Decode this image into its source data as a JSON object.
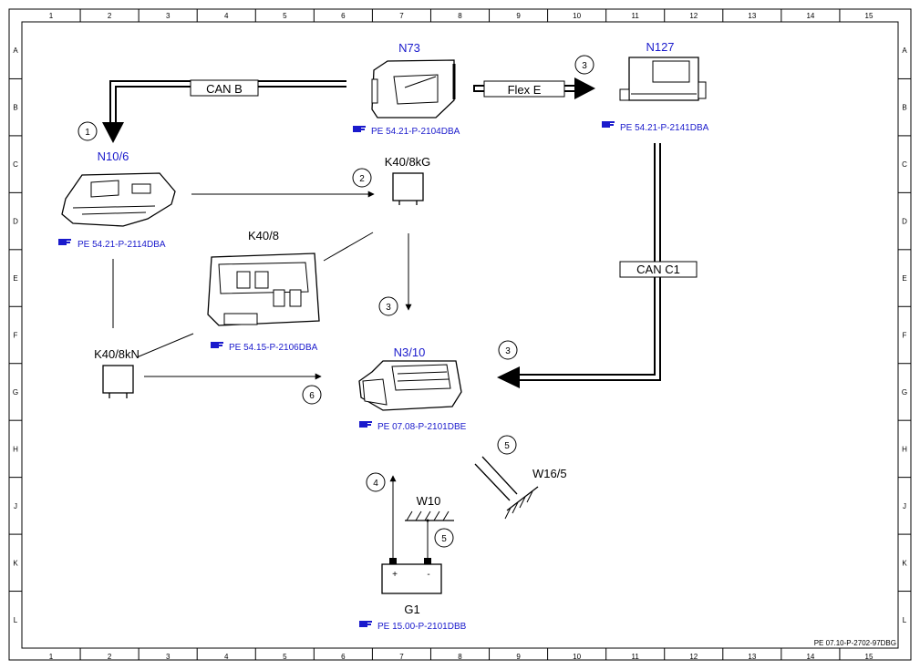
{
  "frame": {
    "columns": [
      "1",
      "2",
      "3",
      "4",
      "5",
      "6",
      "7",
      "8",
      "9",
      "10",
      "11",
      "12",
      "13",
      "14",
      "15"
    ],
    "rows": [
      "A",
      "B",
      "C",
      "D",
      "E",
      "F",
      "G",
      "H",
      "J",
      "K",
      "L"
    ],
    "doc_id": "PE 07.10-P-2702-97DBG"
  },
  "components": {
    "n73": {
      "label": "N73",
      "ref": "PE 54.21-P-2104DBA"
    },
    "n127": {
      "label": "N127",
      "ref": "PE 54.21-P-2141DBA"
    },
    "n10_6": {
      "label": "N10/6",
      "ref": "PE 54.21-P-2114DBA"
    },
    "k40_8kg": {
      "label": "K40/8kG"
    },
    "k40_8": {
      "label": "K40/8",
      "ref": "PE 54.15-P-2106DBA"
    },
    "k40_8kn": {
      "label": "K40/8kN"
    },
    "n3_10": {
      "label": "N3/10",
      "ref": "PE 07.08-P-2101DBE"
    },
    "w16_5": {
      "label": "W16/5"
    },
    "w10": {
      "label": "W10"
    },
    "g1": {
      "label": "G1",
      "ref": "PE 15.00-P-2101DBB",
      "plus": "+",
      "minus": "-"
    }
  },
  "buses": {
    "can_b": "CAN B",
    "flex_e": "Flex E",
    "can_c1": "CAN C1"
  },
  "callouts": {
    "c1": "1",
    "c2": "2",
    "c3a": "3",
    "c3b": "3",
    "c3c": "3",
    "c4": "4",
    "c5a": "5",
    "c5b": "5",
    "c6": "6"
  },
  "icons": {
    "ref_marker": "pointing-hand-icon"
  }
}
